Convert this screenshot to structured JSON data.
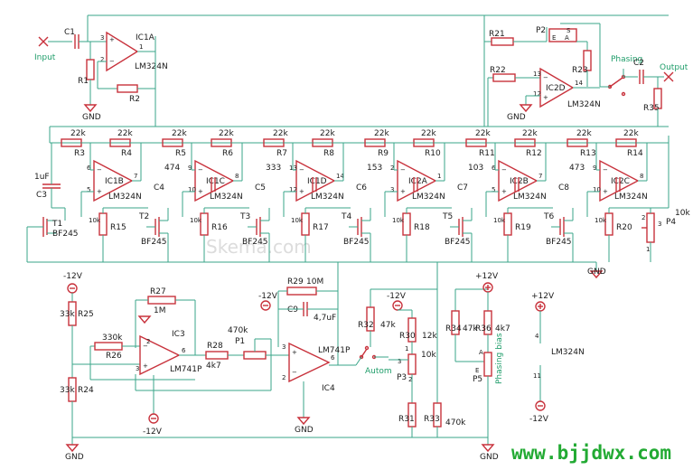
{
  "signals": {
    "input": "Input",
    "output": "Output",
    "phasing": "Phasing",
    "phasing_bias": "Phasing bias",
    "autom": "Autom",
    "gnd": "GND",
    "minus12": "-12V",
    "plus12": "+12V"
  },
  "ic": {
    "ic1a": {
      "name": "IC1A",
      "type": "LM324N",
      "pins": [
        "3",
        "2",
        "1"
      ]
    },
    "ic1b": {
      "name": "IC1B",
      "type": "LM324N",
      "pins": [
        "5",
        "6",
        "7"
      ]
    },
    "ic1c": {
      "name": "IC1C",
      "type": "LM324N",
      "pins": [
        "10",
        "9",
        "8"
      ]
    },
    "ic1d": {
      "name": "IC1D",
      "type": "LM324N",
      "pins": [
        "12",
        "13",
        "14"
      ]
    },
    "ic2a": {
      "name": "IC2A",
      "type": "LM324N",
      "pins": [
        "3",
        "2",
        "1"
      ]
    },
    "ic2b": {
      "name": "IC2B",
      "type": "LM324N",
      "pins": [
        "5",
        "6",
        "7"
      ]
    },
    "ic2c": {
      "name": "IC2C",
      "type": "LM324N",
      "pins": [
        "10",
        "9",
        "8"
      ]
    },
    "ic2d": {
      "name": "IC2D",
      "type": "LM324N",
      "pins": [
        "12",
        "13",
        "14"
      ]
    },
    "ic3": {
      "name": "IC3",
      "type": "LM741P",
      "pins": [
        "3",
        "2",
        "6"
      ]
    },
    "ic4": {
      "name": "IC4",
      "type": "LM741P",
      "pins": [
        "3",
        "2",
        "6"
      ]
    },
    "supply": {
      "type": "LM324N",
      "pin4": "4",
      "pin11": "11"
    }
  },
  "stage_res": [
    {
      "ref": "R3",
      "val": "22k"
    },
    {
      "ref": "R4",
      "val": "22k"
    },
    {
      "ref": "R5",
      "val": "22k"
    },
    {
      "ref": "R6",
      "val": "22k"
    },
    {
      "ref": "R7",
      "val": "22k"
    },
    {
      "ref": "R8",
      "val": "22k"
    },
    {
      "ref": "R9",
      "val": "22k"
    },
    {
      "ref": "R10",
      "val": "22k"
    },
    {
      "ref": "R11",
      "val": "22k"
    },
    {
      "ref": "R12",
      "val": "22k"
    },
    {
      "ref": "R13",
      "val": "22k"
    },
    {
      "ref": "R14",
      "val": "22k"
    }
  ],
  "stage_caps": [
    {
      "ref": "C4",
      "val": "474"
    },
    {
      "ref": "C5",
      "val": "333"
    },
    {
      "ref": "C6",
      "val": "153"
    },
    {
      "ref": "C7",
      "val": "103"
    },
    {
      "ref": "C8",
      "val": "473"
    }
  ],
  "jfets": [
    {
      "ref": "T1",
      "type": "BF245"
    },
    {
      "ref": "T2",
      "type": "BF245"
    },
    {
      "ref": "T3",
      "type": "BF245"
    },
    {
      "ref": "T4",
      "type": "BF245"
    },
    {
      "ref": "T5",
      "type": "BF245"
    },
    {
      "ref": "T6",
      "type": "BF245"
    }
  ],
  "gate_res": [
    {
      "ref": "R15",
      "val": "10k"
    },
    {
      "ref": "R16",
      "val": "10k"
    },
    {
      "ref": "R17",
      "val": "10k"
    },
    {
      "ref": "R18",
      "val": "10k"
    },
    {
      "ref": "R19",
      "val": "10k"
    },
    {
      "ref": "R20",
      "val": "10k"
    }
  ],
  "parts": {
    "c1": "C1",
    "c2": "C2",
    "c3": "C3",
    "c3_val": "1uF",
    "c9": "C9",
    "c9_val": "4,7uF",
    "r1": "R1",
    "r2": "R2",
    "r21": "R21",
    "r22": "R22",
    "r23": "R23",
    "r35": "R35",
    "r25": "R25",
    "r25_val": "33k",
    "r24": "R24",
    "r24_val": "33k",
    "r26": "R26",
    "r26_val": "330k",
    "r27": "R27",
    "r27_val": "1M",
    "r28": "R28",
    "r28_val": "4k7",
    "p1": "P1",
    "p1_val": "470k",
    "r29": "R29",
    "r29_val": "10M",
    "r32": "R32",
    "r32_val": "47k",
    "r30": "R30",
    "r30_val": "12k",
    "p3": "P3",
    "p3_val": "10k",
    "r31": "R31",
    "r33": "R33",
    "r33_val": "470k",
    "r34": "R34",
    "r34_val": "47k",
    "r36": "R36",
    "r36_val": "4k7",
    "p5": "P5",
    "p2": "P2",
    "p4": "P4",
    "p4_val": "10k",
    "pa": "A",
    "pe": "E",
    "ps": "S",
    "p1n": "1",
    "p2n": "2",
    "p3n": "3"
  },
  "watermark": "Skema.com",
  "url": "www.bjjdwx.com"
}
